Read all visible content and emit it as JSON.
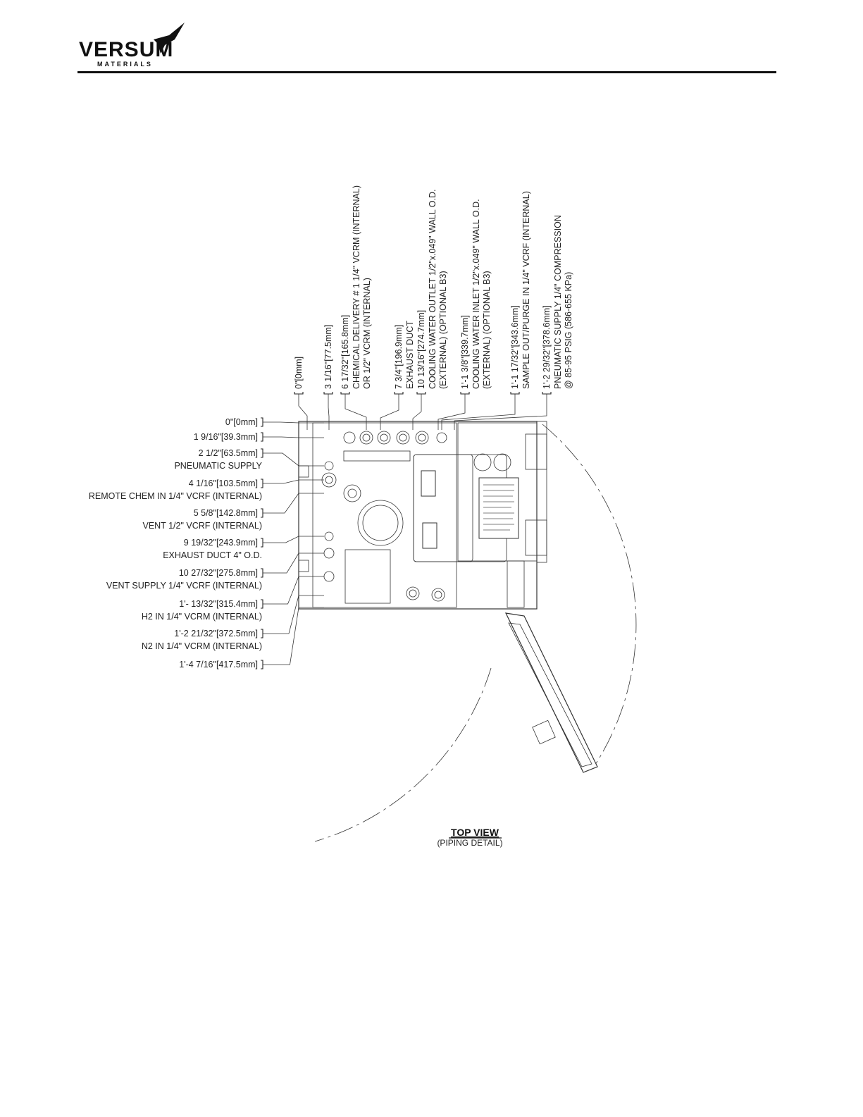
{
  "logo": {
    "brand": "VERSUM",
    "sub": "MATERIALS"
  },
  "view": {
    "title": "TOP VIEW",
    "subtitle": "(PIPING DETAIL)"
  },
  "left_dims": [
    {
      "dim": "0\"[0mm]",
      "desc": ""
    },
    {
      "dim": "1 9/16\"[39.3mm]",
      "desc": ""
    },
    {
      "dim": "2 1/2\"[63.5mm]",
      "desc": "PNEUMATIC SUPPLY"
    },
    {
      "dim": "4 1/16\"[103.5mm]",
      "desc": "REMOTE CHEM IN 1/4\" VCRF (INTERNAL)"
    },
    {
      "dim": "5 5/8\"[142.8mm]",
      "desc": "VENT 1/2\" VCRF (INTERNAL)"
    },
    {
      "dim": "9 19/32\"[243.9mm]",
      "desc": "EXHAUST DUCT 4\" O.D."
    },
    {
      "dim": "10 27/32\"[275.8mm]",
      "desc": "VENT SUPPLY 1/4\" VCRF (INTERNAL)"
    },
    {
      "dim": "1'- 13/32\"[315.4mm]",
      "desc": "H2 IN 1/4\" VCRM (INTERNAL)"
    },
    {
      "dim": "1'-2 21/32\"[372.5mm]",
      "desc": "N2 IN 1/4\" VCRM (INTERNAL)"
    },
    {
      "dim": "1'-4 7/16\"[417.5mm]",
      "desc": ""
    }
  ],
  "top_dims": [
    {
      "dim": "0\"[0mm]",
      "l1": "",
      "l2": ""
    },
    {
      "dim": "3 1/16\"[77.5mm]",
      "l1": "",
      "l2": ""
    },
    {
      "dim": "6 17/32\"[165.8mm]",
      "l1": "CHEMICAL DELIVERY # 1 1/4\" VCRM (INTERNAL)",
      "l2": "OR 1/2\" VCRM (INTERNAL)"
    },
    {
      "dim": "7 3/4\"[196.9mm]",
      "l1": "EXHAUST DUCT",
      "l2": ""
    },
    {
      "dim": "10 13/16\"[274.7mm]",
      "l1": "COOLING WATER OUTLET 1/2\"x.049\" WALL O.D.",
      "l2": "(EXTERNAL) (OPTIONAL B3)"
    },
    {
      "dim": "1'-1 3/8\"[339.7mm]",
      "l1": "COOLING WATER INLET 1/2\"x.049\" WALL O.D.",
      "l2": "(EXTERNAL) (OPTIONAL B3)"
    },
    {
      "dim": "1'-1 17/32\"[343.6mm]",
      "l1": "SAMPLE OUT/PURGE IN 1/4\" VCRF (INTERNAL)",
      "l2": ""
    },
    {
      "dim": "1'-2 29/32\"[378.6mm]",
      "l1": "PNEUMATIC SUPPLY 1/4\" COMPRESSION",
      "l2": "@ 85-95 PSIG (586-655 KPa)"
    }
  ]
}
